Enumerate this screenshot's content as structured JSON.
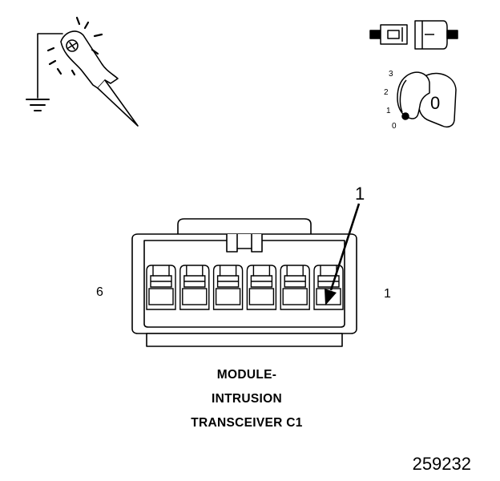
{
  "connector": {
    "pin_left_label": "6",
    "pin_right_label": "1",
    "callout_label": "1",
    "cavity_count": 6,
    "caption": [
      "MODULE-",
      "INTRUSION",
      "TRANSCEIVER C1"
    ]
  },
  "ignition": {
    "positions": [
      "3",
      "2",
      "1",
      "0"
    ],
    "key_label": "0"
  },
  "document_number": "259232"
}
